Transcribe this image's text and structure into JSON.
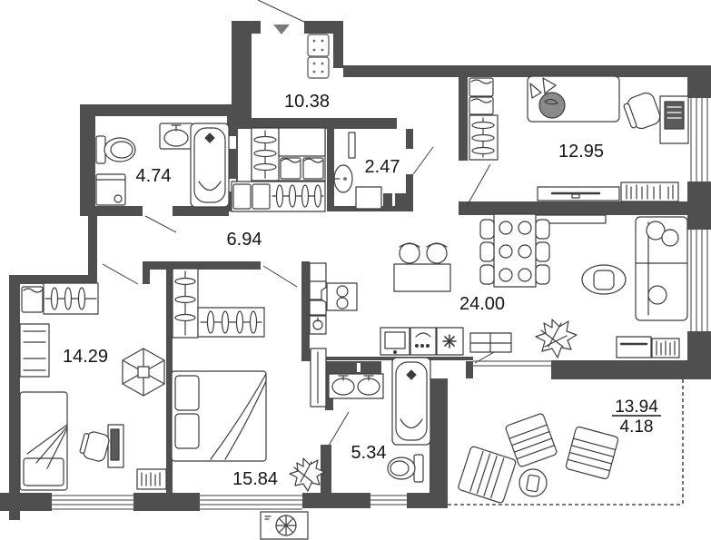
{
  "plan": {
    "kind": "apartment-floor-plan",
    "colors": {
      "wall": "#4f4f4f",
      "line": "#3c3c3c",
      "soft_gray": "#8a8a8a",
      "background": "#ffffff"
    },
    "rooms": [
      {
        "name": "entrance-hall",
        "area": "10.38"
      },
      {
        "name": "bathroom",
        "area": "4.74"
      },
      {
        "name": "wc",
        "area": "2.47"
      },
      {
        "name": "bedroom-top-right",
        "area": "12.95"
      },
      {
        "name": "corridor",
        "area": "6.94"
      },
      {
        "name": "kitchen-living-room",
        "area": "24.00"
      },
      {
        "name": "bedroom-left",
        "area": "14.29"
      },
      {
        "name": "bedroom-bottom",
        "area": "15.84"
      },
      {
        "name": "bathroom-ensuite",
        "area": "5.34"
      },
      {
        "name": "terrace",
        "area_total": "13.94",
        "area_counted": "4.18"
      }
    ]
  }
}
